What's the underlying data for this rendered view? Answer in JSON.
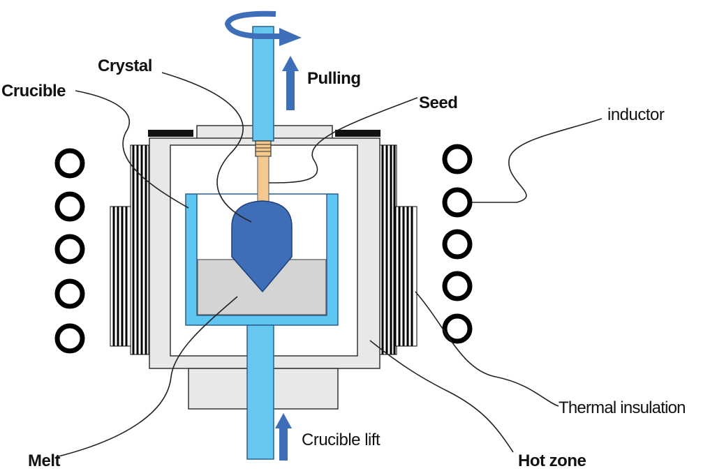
{
  "labels": {
    "crystal": "Crystal",
    "crucible": "Crucible",
    "pulling": "Pulling",
    "seed": "Seed",
    "inductor": "inductor",
    "thermal_insulation": "Thermal insulation",
    "crucible_lift": "Crucible lift",
    "melt": "Melt",
    "hot_zone": "Hot zone"
  },
  "colors": {
    "rod": "#66c8f0",
    "crucible": "#5fc6f2",
    "crystal": "#3f6eb8",
    "melt": "#d4d4d4",
    "hot_zone_wall": "#e8e8e8",
    "seed": "#f3c98e",
    "arrow": "#3f6eb8"
  }
}
